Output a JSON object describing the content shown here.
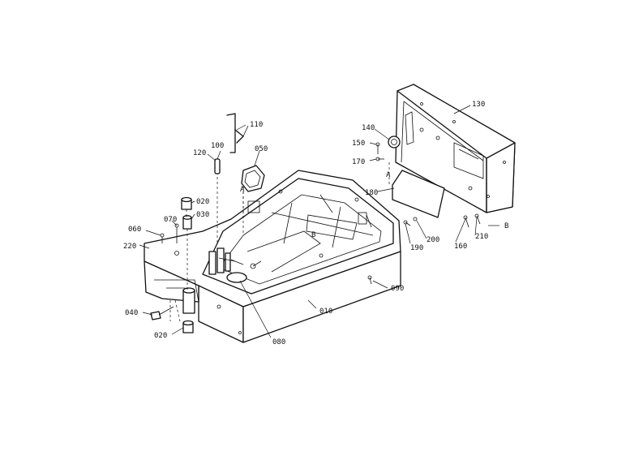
{
  "labels": {
    "p010a": "010",
    "p020a": "020",
    "p020b": "020",
    "p030": "030",
    "p040": "040",
    "p050": "050",
    "p060": "060",
    "p070": "070",
    "p080": "080",
    "p090": "090",
    "p100": "100",
    "p110": "110",
    "p120": "120",
    "p130": "130",
    "p140": "140",
    "p150": "150",
    "p160": "160",
    "p170": "170",
    "p180": "180",
    "p190": "190",
    "p200": "200",
    "p210": "210",
    "p220": "220",
    "refA1": "A",
    "refA2": "A",
    "refB1": "B",
    "refB2": "B"
  },
  "colors": {
    "ink": "#111111",
    "paper": "#ffffff"
  }
}
